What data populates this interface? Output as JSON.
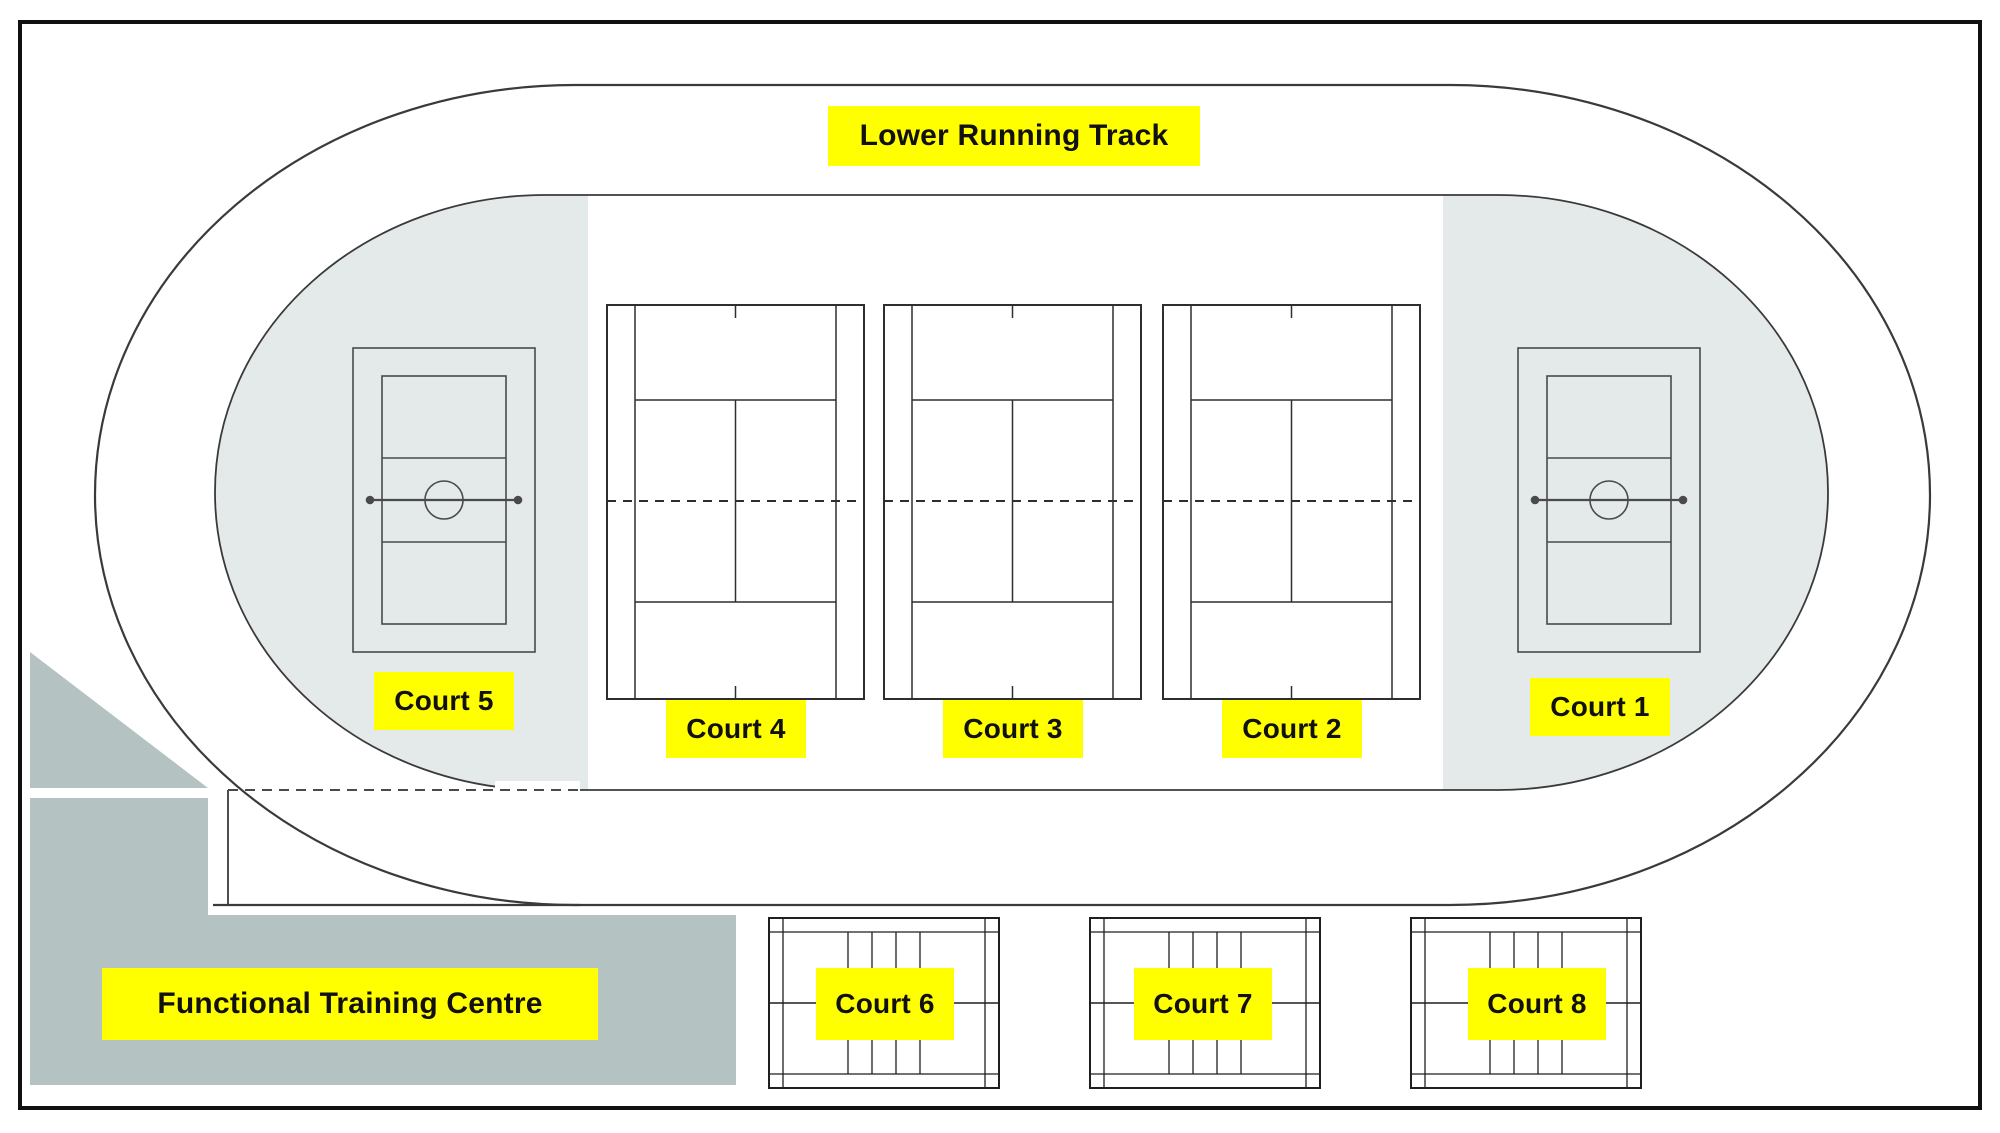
{
  "diagram": {
    "track": {
      "label": "Lower Running Track"
    },
    "training_centre": {
      "label": "Functional Training Centre"
    },
    "infield_courts": [
      {
        "id": "court-5",
        "label": "Court 5",
        "type": "netball"
      },
      {
        "id": "court-4",
        "label": "Court 4",
        "type": "tennis"
      },
      {
        "id": "court-3",
        "label": "Court 3",
        "type": "tennis"
      },
      {
        "id": "court-2",
        "label": "Court 2",
        "type": "tennis"
      },
      {
        "id": "court-1",
        "label": "Court 1",
        "type": "netball"
      }
    ],
    "outside_courts": [
      {
        "id": "court-6",
        "label": "Court 6",
        "type": "badminton"
      },
      {
        "id": "court-7",
        "label": "Court 7",
        "type": "badminton"
      },
      {
        "id": "court-8",
        "label": "Court 8",
        "type": "badminton"
      }
    ],
    "colors": {
      "label_bg": "#ffff00",
      "label_text": "#111111",
      "infield_zone": "#e4e9e9",
      "training_centre_fill": "#b5c2c2",
      "track_line": "#3a3a3a",
      "court_line": "#333333",
      "border": "#101010"
    }
  }
}
